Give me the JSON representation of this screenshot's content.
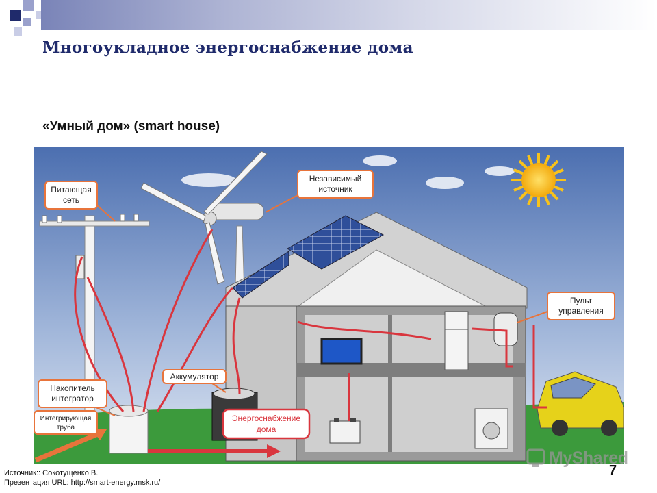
{
  "slide": {
    "title": "Многоукладное энергоснабжение дома",
    "subtitle": "«Умный дом» (smart house)",
    "source_line1": "Источник:: Сокотущенко В.",
    "source_line2": "Презентация URL: http://smart-energy.msk.ru/",
    "page_number": "7",
    "watermark": "MyShared"
  },
  "diagram": {
    "labels": {
      "grid": [
        "Питающая",
        "сеть"
      ],
      "independent": [
        "Независимый",
        "источник"
      ],
      "control": [
        "Пульт",
        "управления"
      ],
      "accumulator": "Аккумулятор",
      "integrator": [
        "Накопитель",
        "интегратор"
      ],
      "pipe": [
        "Интегрирующая",
        "труба"
      ],
      "supply": [
        "Энергоснабжение",
        "дома"
      ]
    }
  },
  "colors": {
    "title": "#1f2a6b",
    "callout_border": "#e8743b",
    "cable": "#d9363e",
    "grass": "#3c9a3c",
    "sky_top": "#4c6fb0",
    "sky_bottom": "#dfe7f3",
    "sun": "#f7c21b",
    "house_wall": "#9a9a9a",
    "solar_panel": "#2f4f9a",
    "car": "#e6d21a"
  },
  "icons": [
    "wind-turbine-icon",
    "sun-icon",
    "car-icon",
    "battery-icon",
    "tv-icon",
    "fridge-icon",
    "washer-icon",
    "thermostat-icon"
  ]
}
